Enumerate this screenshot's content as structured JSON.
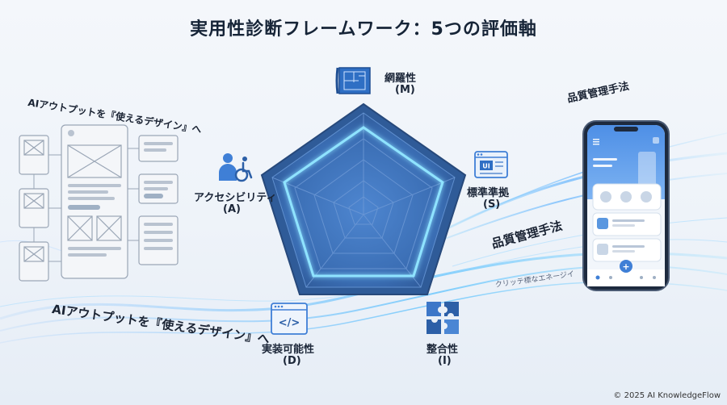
{
  "title": "実用性診断フレームワーク：5つの評価軸",
  "axes": [
    {
      "name": "網羅性",
      "code": "(M)",
      "icon": "blueprint-icon"
    },
    {
      "name": "標準準拠",
      "code": "(S)",
      "icon": "ui-window-icon",
      "icon_text": "UI"
    },
    {
      "name": "整合性",
      "code": "(I)",
      "icon": "puzzle-icon"
    },
    {
      "name": "実装可能性",
      "code": "(D)",
      "icon": "code-window-icon",
      "icon_text": "</>"
    },
    {
      "name": "アクセシビリティ",
      "code": "(A)",
      "icon": "accessibility-icon"
    }
  ],
  "left_banner_top": "AIアウトプットを『使えるデザイン』へ",
  "left_banner_bottom": "AIアウトプットを『使えるデザイン』へ",
  "right_label_top": "品質管理手法",
  "right_label_middle": "品質管理手法",
  "right_label_small": "クリッテ標なエネージイ",
  "copyright": "© 2025 AI KnowledgeFlow",
  "colors": {
    "accent": "#3f7fd6",
    "dark": "#2b4f86",
    "glow": "#8fe3ff",
    "text": "#162437"
  }
}
